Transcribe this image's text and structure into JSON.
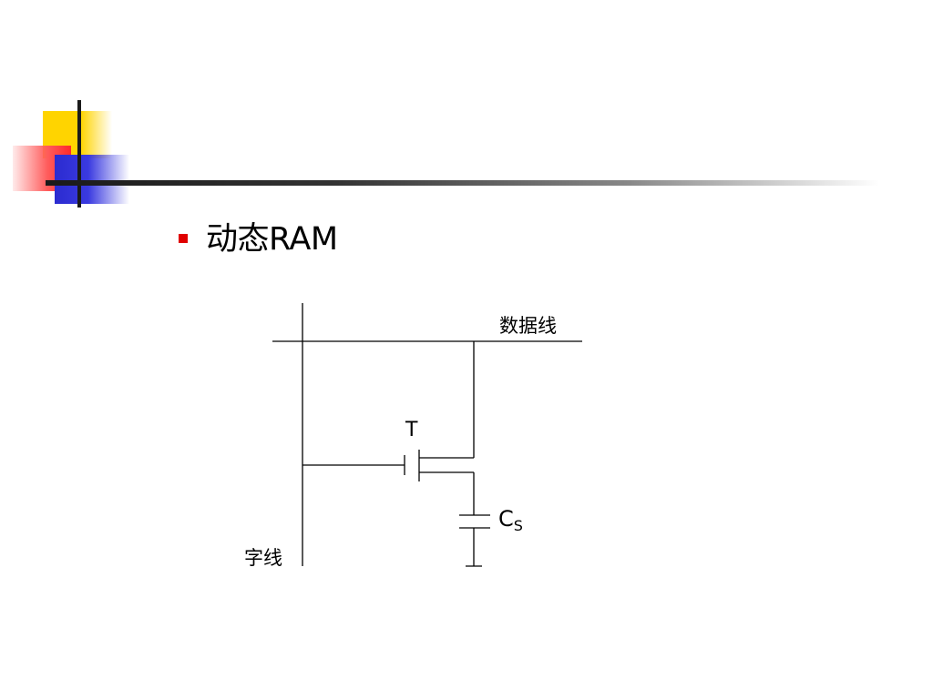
{
  "slide": {
    "bullet_text": "动态RAM"
  },
  "diagram": {
    "data_line_label": "数据线",
    "word_line_label": "字线",
    "transistor_label": "T",
    "capacitor_label": "C",
    "capacitor_subscript": "S"
  }
}
